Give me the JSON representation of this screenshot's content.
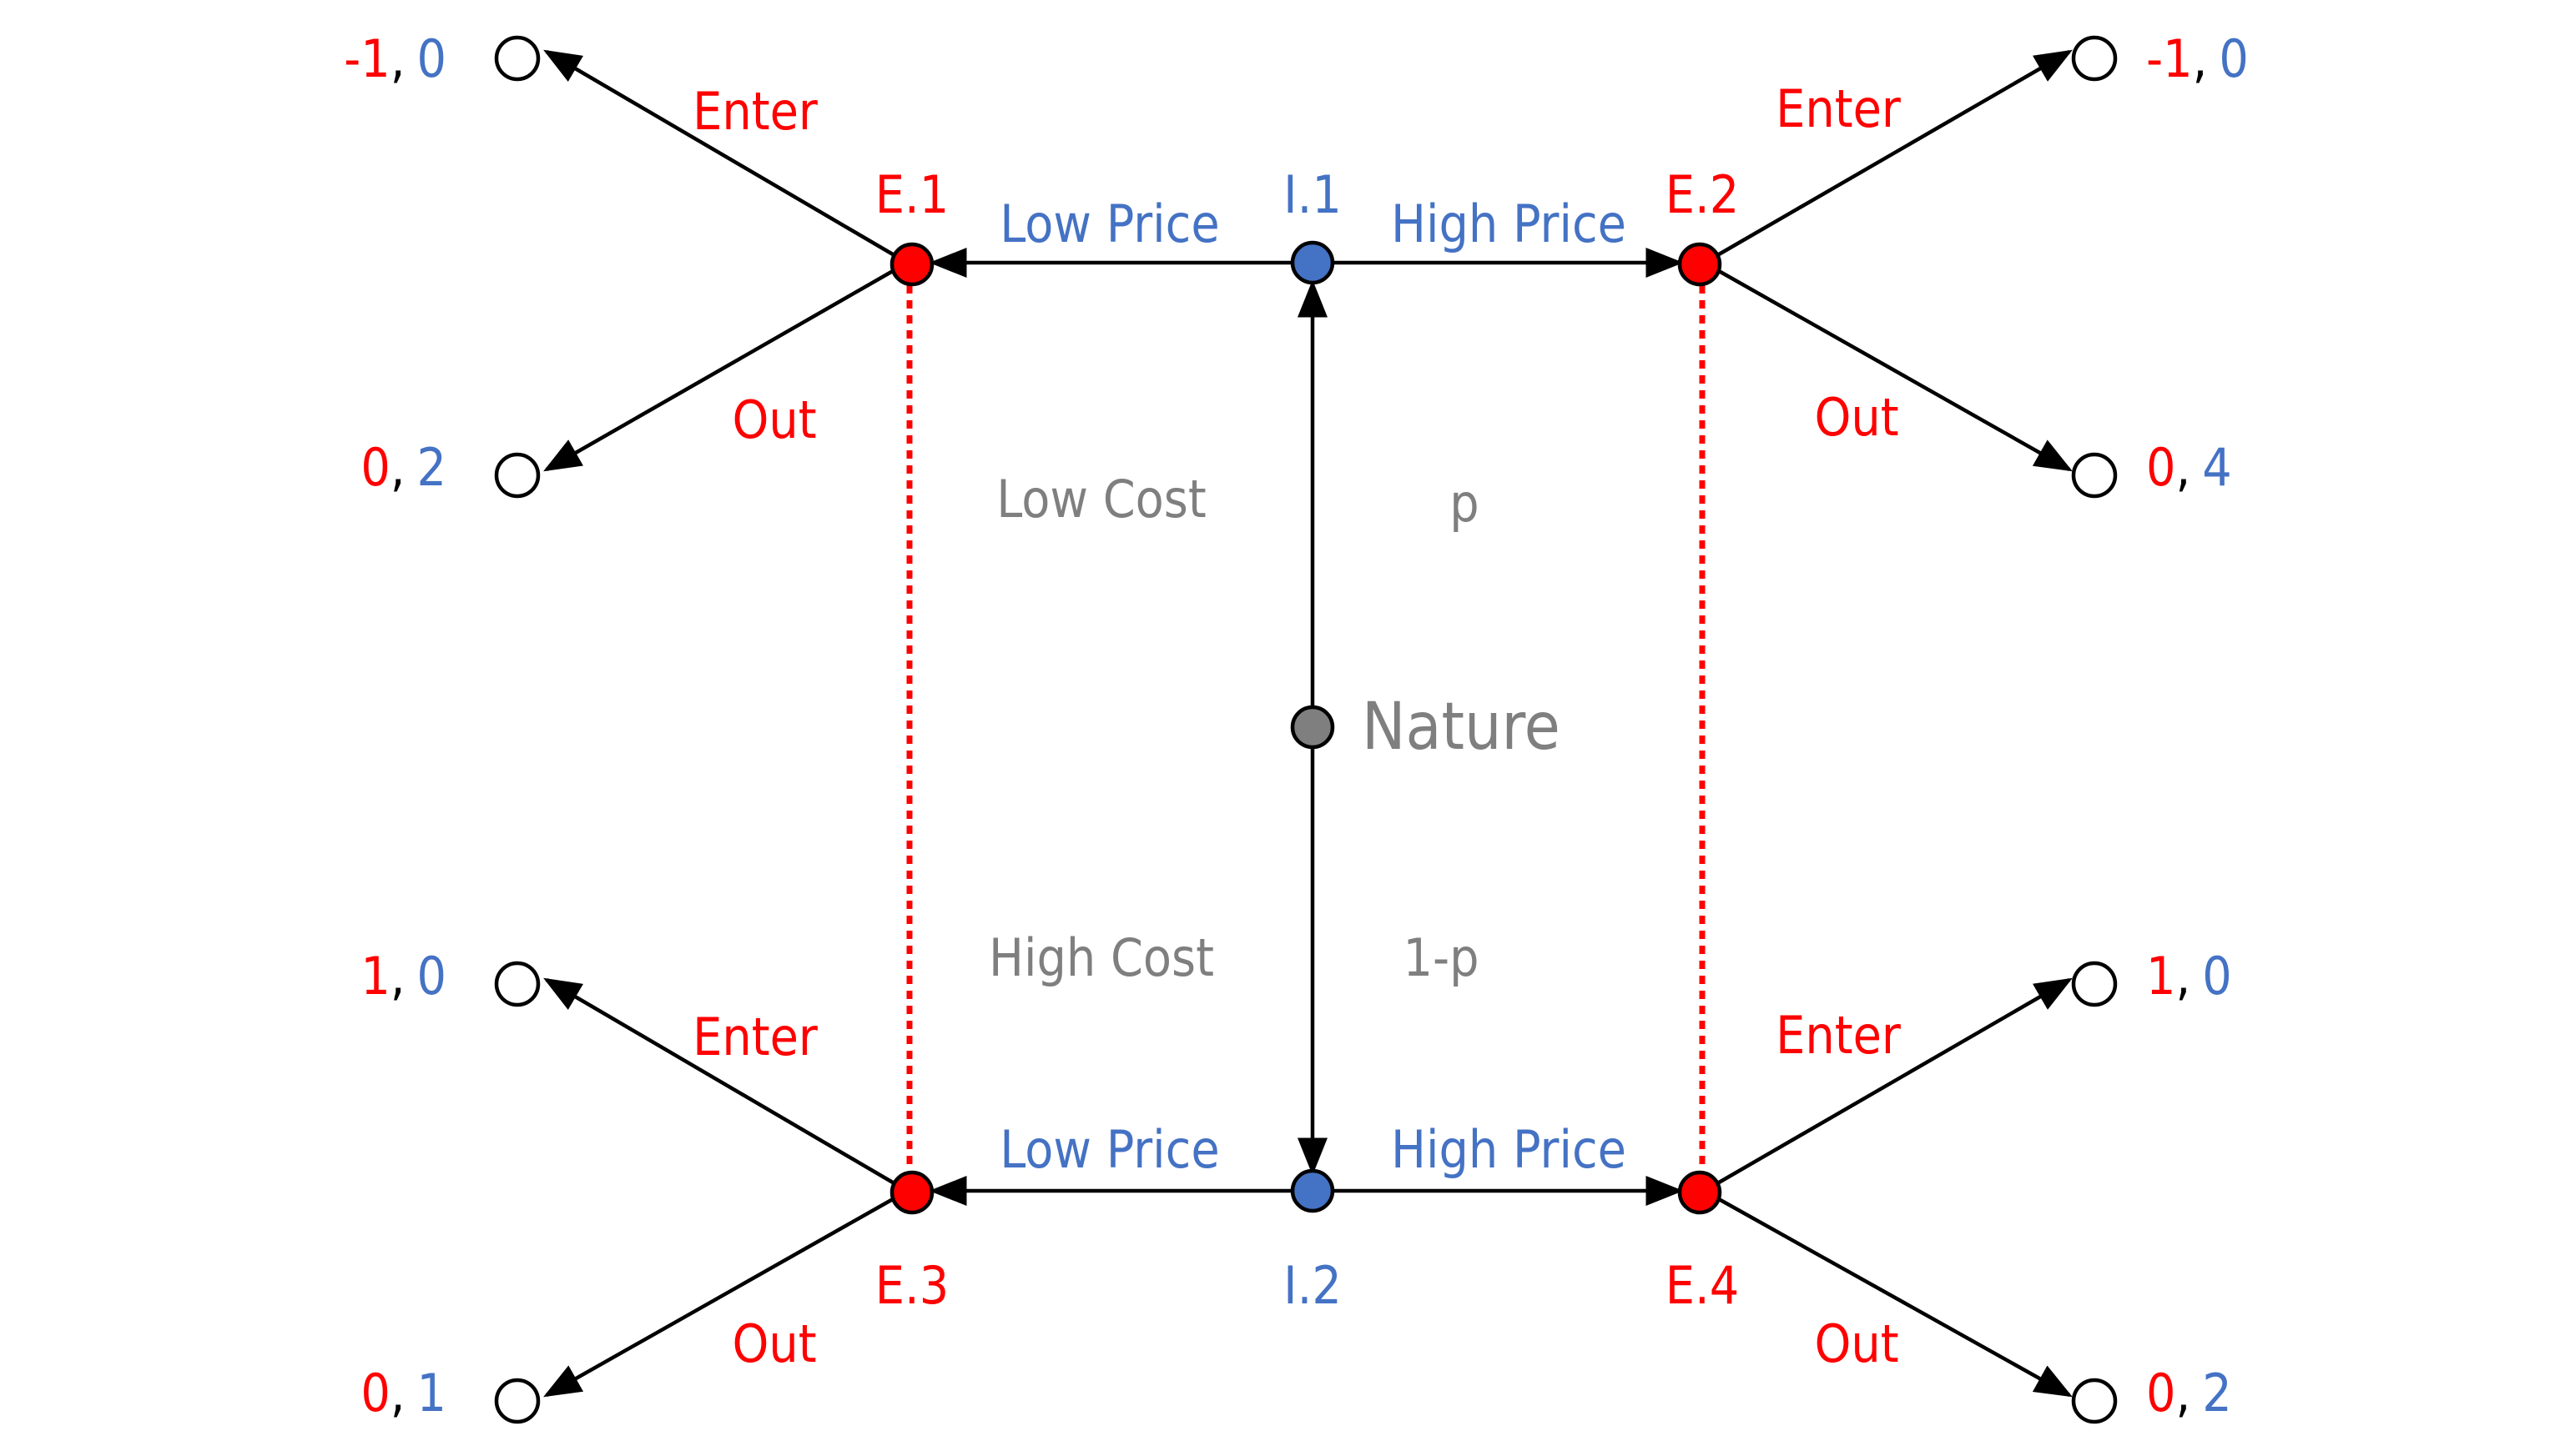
{
  "colors": {
    "entrant": "#ff0000",
    "incumbent": "#4472c4",
    "nature": "#7f7f7f",
    "edge": "#000000"
  },
  "nature": {
    "label": "Nature"
  },
  "cost_types": {
    "low_cost": "Low Cost",
    "high_cost": "High Cost",
    "p": "p",
    "one_minus_p": "1-p"
  },
  "incumbent_nodes": {
    "top": "I.1",
    "bottom": "I.2"
  },
  "entrant_nodes": {
    "e1": "E.1",
    "e2": "E.2",
    "e3": "E.3",
    "e4": "E.4"
  },
  "actions": {
    "low_price": "Low Price",
    "high_price": "High Price",
    "enter": "Enter",
    "out": "Out"
  },
  "payoffs": {
    "e1_enter": {
      "entrant": "-1",
      "sep": ",",
      "incumbent": "0"
    },
    "e1_out": {
      "entrant": "0",
      "sep": ",",
      "incumbent": "2"
    },
    "e2_enter": {
      "entrant": "-1",
      "sep": ",",
      "incumbent": "0"
    },
    "e2_out": {
      "entrant": "0",
      "sep": ",",
      "incumbent": "4"
    },
    "e3_enter": {
      "entrant": "1",
      "sep": ",",
      "incumbent": "0"
    },
    "e3_out": {
      "entrant": "0",
      "sep": ",",
      "incumbent": "1"
    },
    "e4_enter": {
      "entrant": "1",
      "sep": ",",
      "incumbent": "0"
    },
    "e4_out": {
      "entrant": "0",
      "sep": ",",
      "incumbent": "2"
    }
  }
}
